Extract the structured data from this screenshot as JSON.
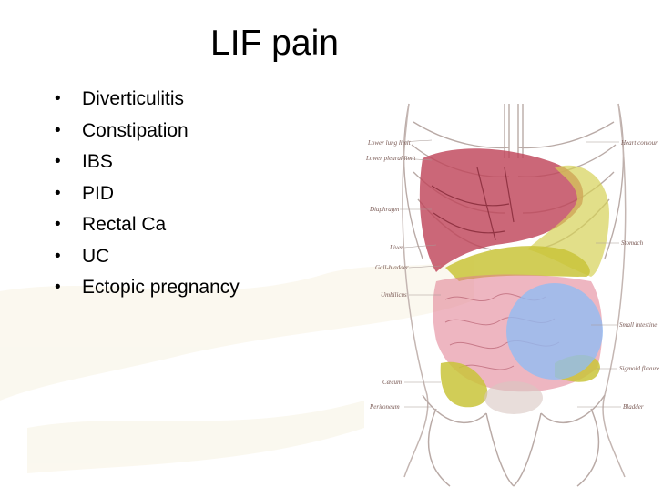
{
  "slide": {
    "title": "LIF pain",
    "bullets": [
      "Diverticulitis",
      "Constipation",
      "IBS",
      "PID",
      "Rectal Ca",
      "UC",
      "Ectopic pregnancy"
    ]
  },
  "figure": {
    "labels_left": [
      "Lower lung limit",
      "Lower pleural limit",
      "Diaphragm",
      "Liver",
      "Gall-bladder",
      "Umbilicus",
      "Cæcum",
      "Peritoneum"
    ],
    "labels_right": [
      "Heart contour",
      "Stomach",
      "Small intestine",
      "Sigmoid flexure",
      "Bladder"
    ],
    "highlight_colors": {
      "liver": "#c0455a",
      "stomach_colon": "#c9c43a",
      "small_intestine": "#e07a8e",
      "lif_region": "#8fbdf5"
    }
  }
}
